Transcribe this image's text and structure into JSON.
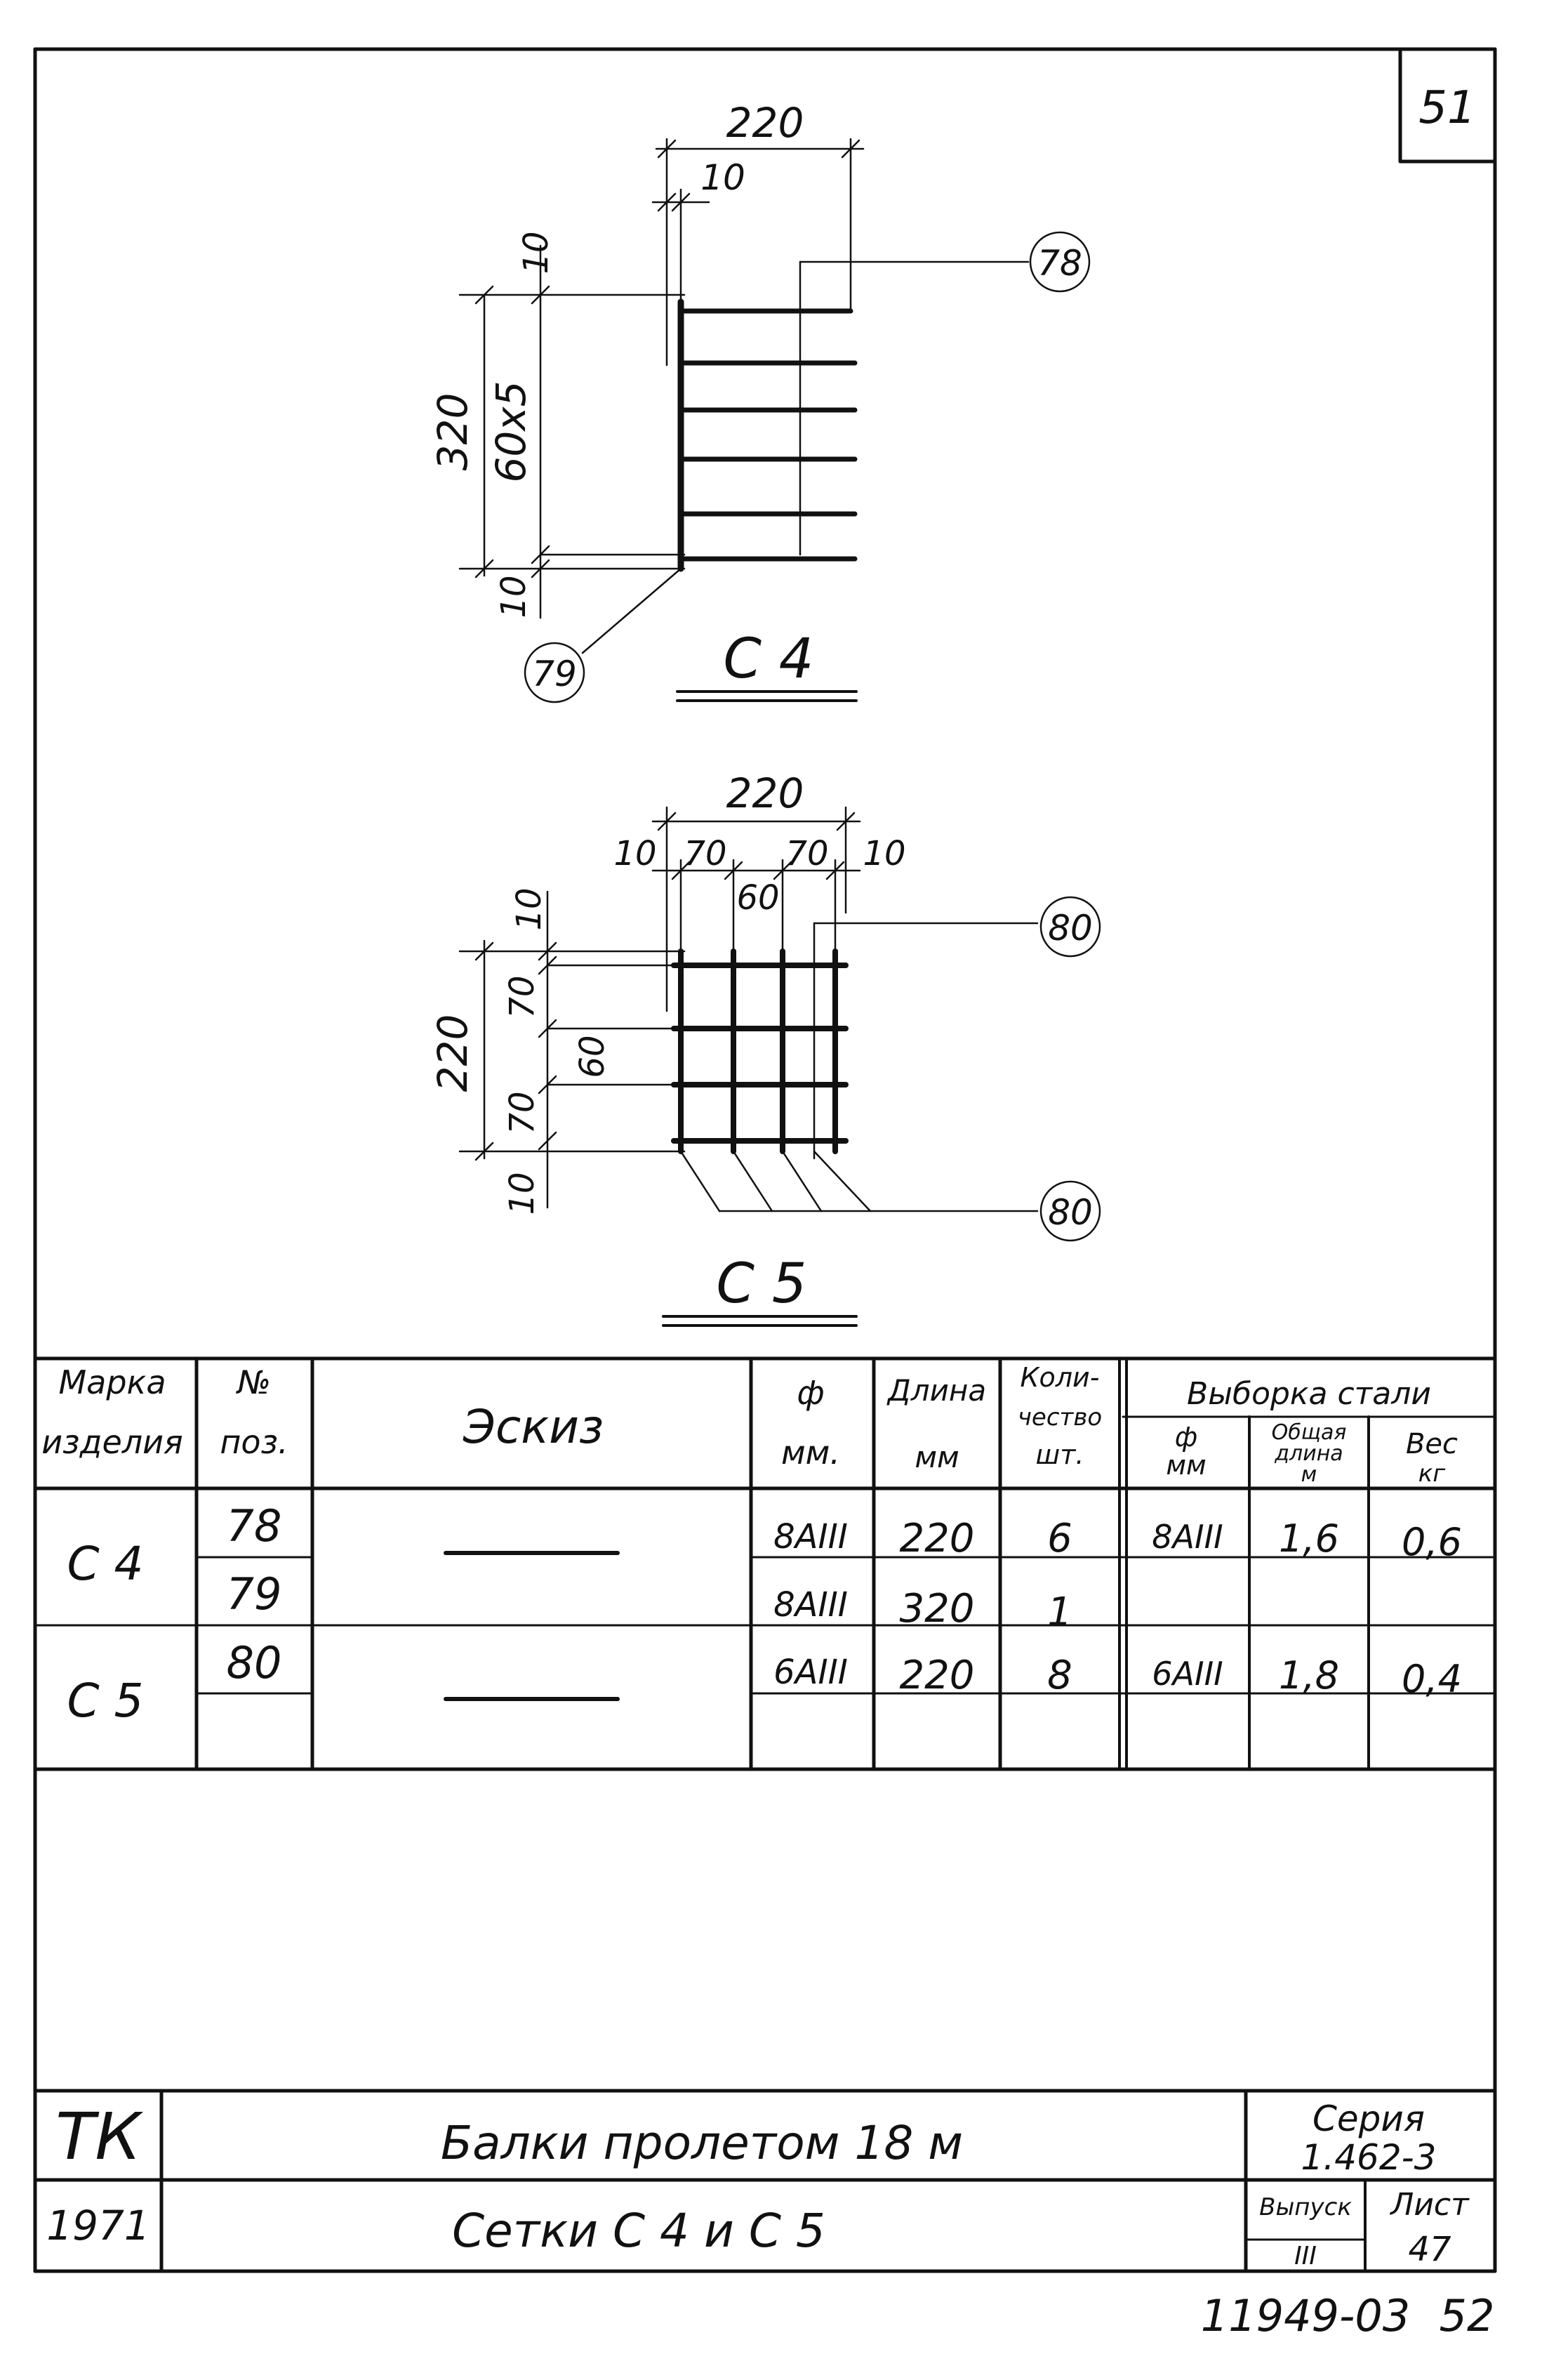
{
  "sheet": {
    "page_number": "51",
    "footer_code": "11949-03",
    "footer_page": "52"
  },
  "drawing_c4": {
    "caption": "С 4",
    "dim_width": "220",
    "dim_offset": "10",
    "dim_height": "320",
    "dim_spacing": "60x5",
    "dim_top": "10",
    "dim_bottom": "10",
    "callout_bars": "78",
    "callout_rod": "79"
  },
  "drawing_c5": {
    "caption": "С 5",
    "dim_width": "220",
    "dim_h_left": "10",
    "dim_h_70a": "70",
    "dim_h_60": "60",
    "dim_h_70b": "70",
    "dim_h_right": "10",
    "dim_height": "220",
    "dim_v_top": "10",
    "dim_v_70a": "70",
    "dim_v_60": "60",
    "dim_v_70b": "70",
    "dim_v_bottom": "10",
    "callout_top": "80",
    "callout_bottom": "80"
  },
  "spec_table": {
    "headers": {
      "mark_1": "Марка",
      "mark_2": "изделия",
      "pos_1": "№",
      "pos_2": "поз.",
      "sketch": "Эскиз",
      "dia_1": "ф",
      "dia_2": "мм.",
      "len_1": "Длина",
      "len_2": "мм",
      "qty_1": "Коли-",
      "qty_2": "чество",
      "qty_3": "шт.",
      "steel": "Выборка стали",
      "steel_dia_1": "ф",
      "steel_dia_2": "мм",
      "steel_len_1": "Общая",
      "steel_len_2": "длина",
      "steel_len_3": "м",
      "steel_wt_1": "Вес",
      "steel_wt_2": "кг"
    },
    "groups": [
      {
        "mark": "С 4",
        "steel_dia": "8АIII",
        "steel_len": "1,6",
        "steel_wt": "0,6"
      },
      {
        "mark": "С 5",
        "steel_dia": "6АIII",
        "steel_len": "1,8",
        "steel_wt": "0,4"
      }
    ],
    "rows": [
      {
        "pos": "78",
        "dia": "8АIII",
        "len": "220",
        "qty": "6"
      },
      {
        "pos": "79",
        "dia": "8АIII",
        "len": "320",
        "qty": "1"
      },
      {
        "pos": "80",
        "dia": "6АIII",
        "len": "220",
        "qty": "8"
      }
    ]
  },
  "title_block": {
    "org": "ТК",
    "year": "1971",
    "title_line_1": "Балки пролетом  18 м",
    "title_line_2": "Сетки С 4 и С 5",
    "series_label": "Серия",
    "series_value": "1.462-3",
    "issue_label": "Выпуск",
    "issue_value": "III",
    "sheet_label": "Лист",
    "sheet_value": "47"
  }
}
